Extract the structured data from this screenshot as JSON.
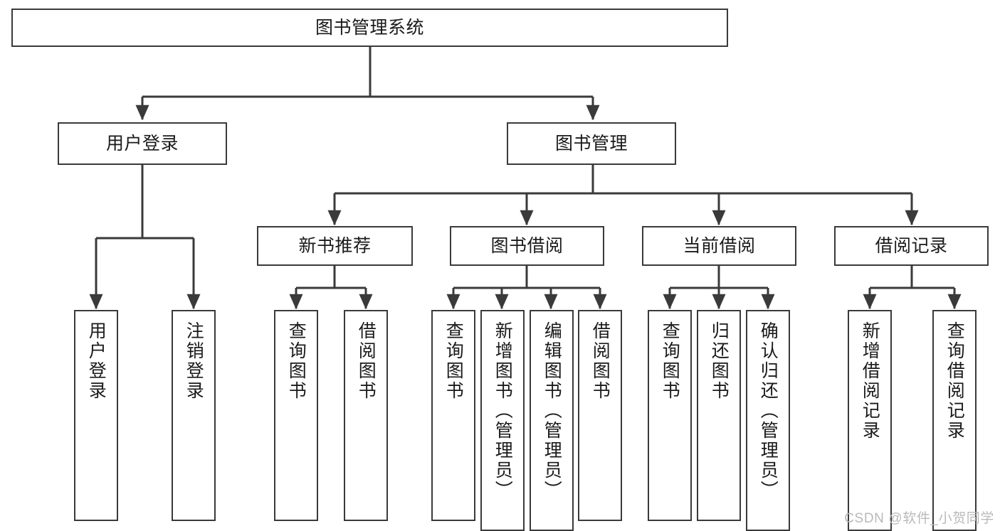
{
  "diagram": {
    "type": "tree-hierarchy-diagram",
    "title": "图书管理系统",
    "watermark": "CSDN @软件_小贺同学",
    "stroke_color": "#3a3a3a",
    "text_color": "#1a1a1a",
    "background_color": "#ffffff",
    "watermark_color": "#b9b9b9",
    "root": {
      "id": "root",
      "label": "图书管理系统"
    },
    "level1": [
      {
        "id": "n-user-login",
        "label": "用户登录"
      },
      {
        "id": "n-book-manage",
        "label": "图书管理"
      }
    ],
    "level2": [
      {
        "id": "n-new-book-rec",
        "label": "新书推荐",
        "parent": "n-book-manage"
      },
      {
        "id": "n-book-borrow",
        "label": "图书借阅",
        "parent": "n-book-manage"
      },
      {
        "id": "n-current-loan",
        "label": "当前借阅",
        "parent": "n-book-manage"
      },
      {
        "id": "n-loan-record",
        "label": "借阅记录",
        "parent": "n-book-manage"
      }
    ],
    "leaves": [
      {
        "id": "l-user-login",
        "label": "用户登录",
        "parent": "n-user-login"
      },
      {
        "id": "l-user-logout",
        "label": "注销登录",
        "parent": "n-user-login"
      },
      {
        "id": "l-rec-query-book",
        "label": "查询图书",
        "parent": "n-new-book-rec"
      },
      {
        "id": "l-rec-borrow-book",
        "label": "借阅图书",
        "parent": "n-new-book-rec"
      },
      {
        "id": "l-brw-query-book",
        "label": "查询图书",
        "parent": "n-book-borrow"
      },
      {
        "id": "l-brw-add-book",
        "label": "新增图书（管理员）",
        "parent": "n-book-borrow"
      },
      {
        "id": "l-brw-edit-book",
        "label": "编辑图书（管理员）",
        "parent": "n-book-borrow"
      },
      {
        "id": "l-brw-borrow-book",
        "label": "借阅图书",
        "parent": "n-book-borrow"
      },
      {
        "id": "l-cur-query-book",
        "label": "查询图书",
        "parent": "n-current-loan"
      },
      {
        "id": "l-cur-return-book",
        "label": "归还图书",
        "parent": "n-current-loan"
      },
      {
        "id": "l-cur-confirm-ret",
        "label": "确认归还（管理员）",
        "parent": "n-current-loan"
      },
      {
        "id": "l-rec-add-record",
        "label": "新增借阅记录",
        "parent": "n-loan-record"
      },
      {
        "id": "l-rec-query-record",
        "label": "查询借阅记录",
        "parent": "n-loan-record"
      }
    ]
  }
}
